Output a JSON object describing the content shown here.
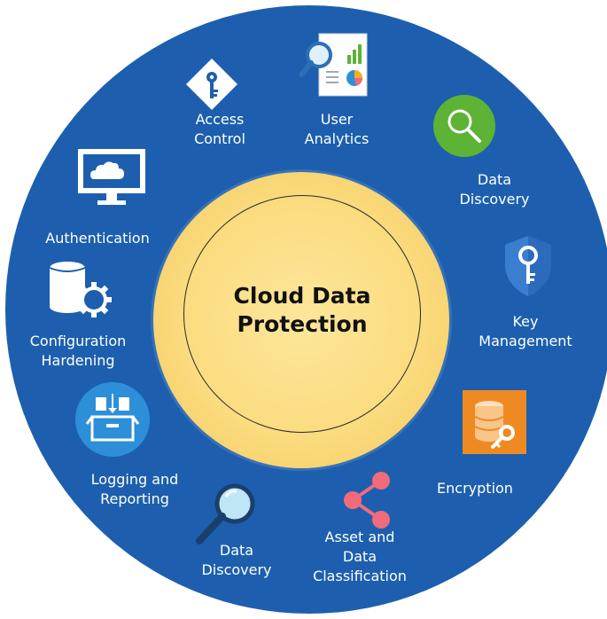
{
  "center": {
    "title": "Cloud Data\nProtection"
  },
  "items": [
    {
      "label": "Access\nControl",
      "icon": "key-diamond-icon"
    },
    {
      "label": "User\nAnalytics",
      "icon": "analytics-report-icon"
    },
    {
      "label": "Data\nDiscovery",
      "icon": "magnifier-circle-icon"
    },
    {
      "label": "Key\nManagement",
      "icon": "key-shield-icon"
    },
    {
      "label": "Encryption",
      "icon": "database-key-icon"
    },
    {
      "label": "Asset and\nData\nClassification",
      "icon": "share-nodes-icon"
    },
    {
      "label": "Data\nDiscovery",
      "icon": "magnifier-icon"
    },
    {
      "label": "Logging and\nReporting",
      "icon": "logging-box-icon"
    },
    {
      "label": "Configuration\nHardening",
      "icon": "database-gear-icon"
    },
    {
      "label": "Authentication",
      "icon": "cloud-monitor-icon"
    }
  ],
  "colors": {
    "ring": "#1d5fae",
    "core": "#fbdc80",
    "green_badge": "#5cb335",
    "orange_badge": "#ef8a23",
    "pink_nodes": "#f26b7b",
    "light_blue": "#2d8fd8"
  }
}
